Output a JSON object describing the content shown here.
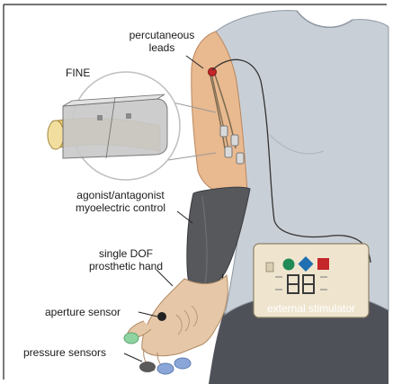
{
  "labels": {
    "percutaneous_leads": "percutaneous\nleads",
    "fine": "FINE",
    "myoelectric_control": "agonist/antagonist\nmyoelectric control",
    "prosthetic_hand": "single DOF\nprosthetic hand",
    "aperture_sensor": "aperture sensor",
    "pressure_sensors": "pressure sensors",
    "external_stimulator": "external stimulator"
  },
  "colors": {
    "shirt": "#c9cfd6",
    "skin": "#e9b98f",
    "socket": "#56585c",
    "hand": "#e6c8a8",
    "pants": "#4f5158",
    "stimulator": "#efe5cf",
    "cuff": "#c9c9c9",
    "nerve": "#e8c76a",
    "sensor_green": "#8fd3a0",
    "sensor_blue": "#8aa6d8",
    "button_green": "#1f8a55",
    "button_blue": "#1f6fb2",
    "button_red": "#c4262a"
  },
  "icons": [
    "button-green-icon",
    "button-blue-icon",
    "button-red-icon",
    "seven-segment-display-icon"
  ]
}
